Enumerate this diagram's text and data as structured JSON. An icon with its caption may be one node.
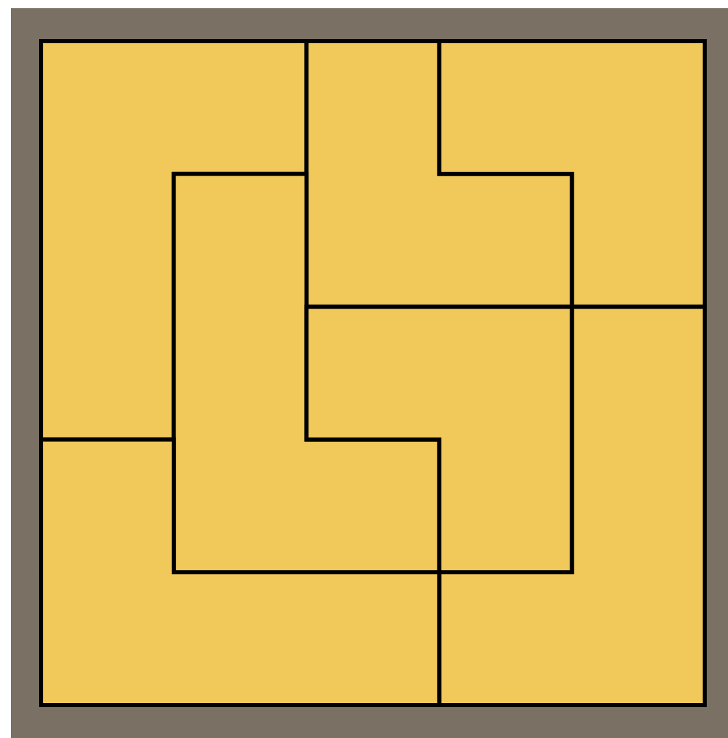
{
  "diagram": {
    "nodes": [
      {
        "text": [],
        "shape": "tile"
      },
      {
        "text": [],
        "shape": "tile"
      },
      {
        "text": [],
        "shape": "tile"
      },
      {
        "text": [],
        "shape": "tile"
      },
      {
        "text": [],
        "shape": "tile"
      },
      {
        "text": [],
        "shape": "tile"
      },
      {
        "text": [],
        "shape": "tile"
      }
    ]
  }
}
